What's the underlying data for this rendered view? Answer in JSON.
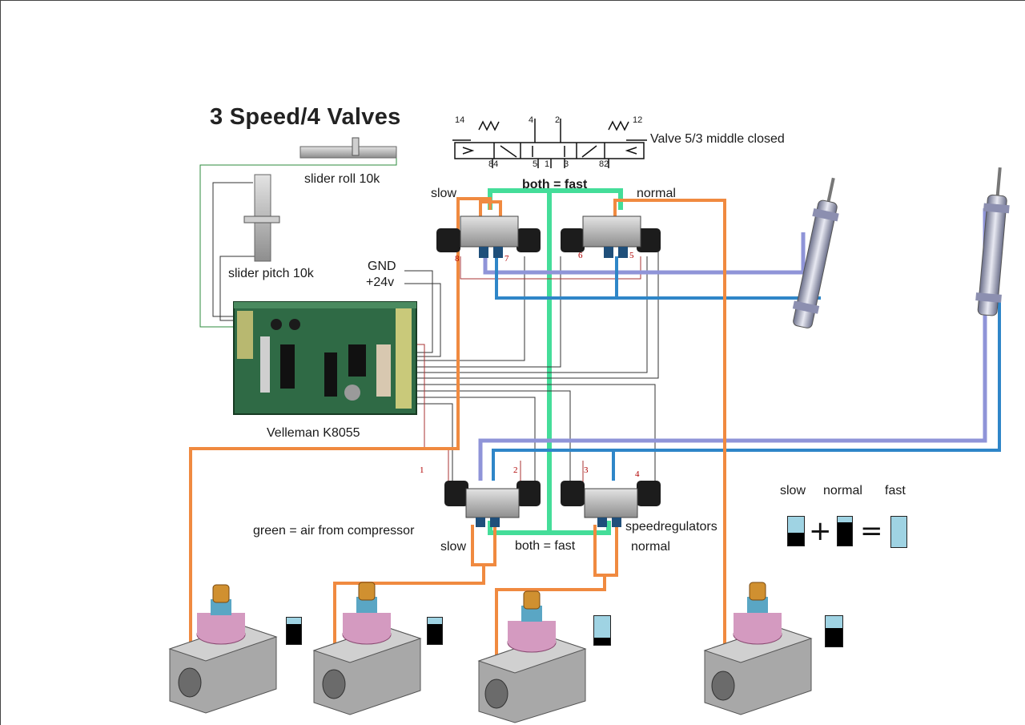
{
  "title": "3 Speed/4 Valves",
  "valve_symbol": {
    "label": "Valve 5/3 middle closed",
    "ports_top": [
      "14",
      "4",
      "2",
      "12"
    ],
    "ports_bottom": [
      "84",
      "5",
      "1",
      "3",
      "82"
    ]
  },
  "sliders": {
    "roll": "slider roll 10k",
    "pitch": "slider pitch 10k"
  },
  "power": {
    "gnd": "GND",
    "v24": "+24v"
  },
  "board": {
    "name": "Velleman K8055"
  },
  "top_valves": {
    "slow": "slow",
    "both_fast": "both = fast",
    "normal": "normal"
  },
  "bottom_valves": {
    "slow": "slow",
    "both_fast": "both = fast",
    "normal": "normal",
    "regulators": "speedregulators"
  },
  "green_note": "green = air from compressor",
  "terminal_numbers": [
    "8",
    "7",
    "6",
    "5",
    "1",
    "2",
    "3",
    "4"
  ],
  "legend": {
    "slow": "slow",
    "normal": "normal",
    "fast": "fast",
    "plus": "+",
    "equals": "=",
    "slow_level": 0.55,
    "normal_level": 0.2,
    "fast_level": 1.0
  },
  "regulator_levels": [
    0.25,
    0.25,
    0.75,
    0.4
  ],
  "colors": {
    "air": "#44dd99",
    "orange": "#f08a40",
    "blue": "#2f86c8",
    "violet": "#8f94d8"
  }
}
